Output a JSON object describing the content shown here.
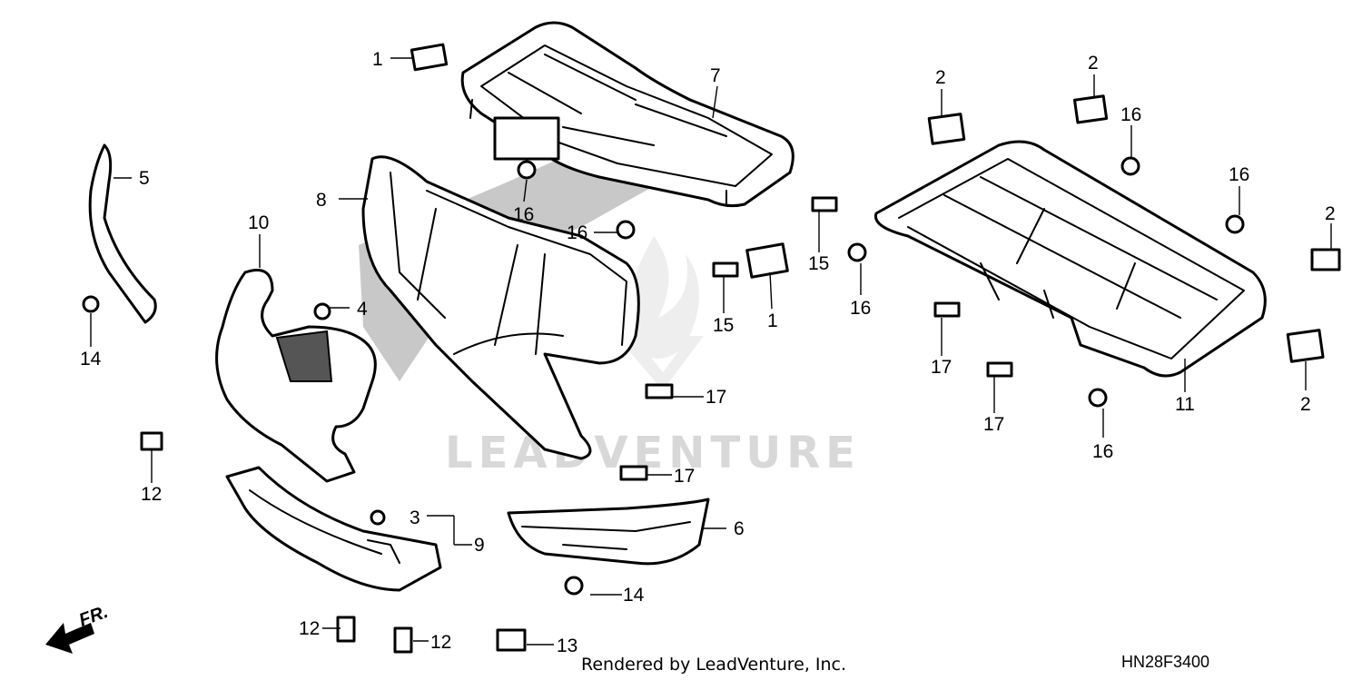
{
  "watermark": "LEADVENTURE",
  "credit": "Rendered by LeadVenture, Inc.",
  "diagram_code": "HN28F3400",
  "direction_label": "FR.",
  "callouts": {
    "c1a": "1",
    "c1b": "1",
    "c2a": "2",
    "c2b": "2",
    "c2c": "2",
    "c2d": "2",
    "c3": "3",
    "c4": "4",
    "c5": "5",
    "c6": "6",
    "c7": "7",
    "c8": "8",
    "c9": "9",
    "c10": "10",
    "c11": "11",
    "c12a": "12",
    "c12b": "12",
    "c12c": "12",
    "c13": "13",
    "c14a": "14",
    "c14b": "14",
    "c15a": "15",
    "c15b": "15",
    "c16a": "16",
    "c16b": "16",
    "c16c": "16",
    "c16d": "16",
    "c16e": "16",
    "c16f": "16",
    "c17a": "17",
    "c17b": "17",
    "c17c": "17",
    "c17d": "17"
  }
}
